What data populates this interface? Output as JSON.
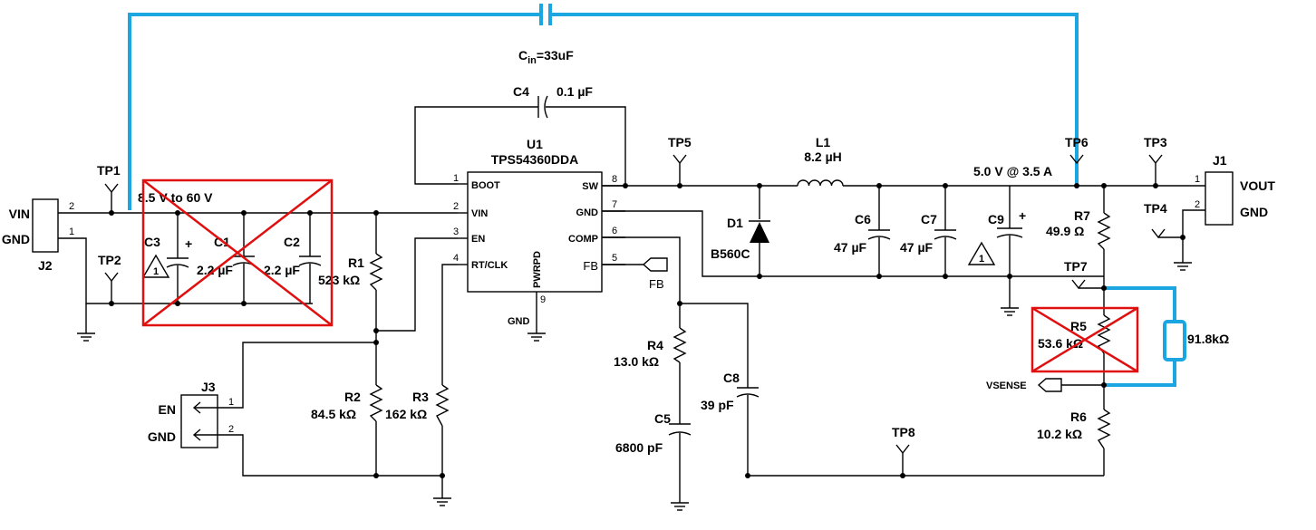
{
  "colors": {
    "wire": "#000000",
    "modification": "#1ba6e2",
    "removed": "#e01010"
  },
  "annotations": {
    "cin_base": "C",
    "cin_sub": "in",
    "cin_value": "=33uF",
    "r5_new_value": "91.8kΩ"
  },
  "ic": {
    "ref": "U1",
    "part": "TPS54360DDA",
    "pins": [
      {
        "num": "1",
        "name": "BOOT"
      },
      {
        "num": "2",
        "name": "VIN"
      },
      {
        "num": "3",
        "name": "EN"
      },
      {
        "num": "4",
        "name": "RT/CLK"
      },
      {
        "num": "8",
        "name": "SW"
      },
      {
        "num": "7",
        "name": "GND"
      },
      {
        "num": "6",
        "name": "COMP"
      },
      {
        "num": "5",
        "name": "FB"
      },
      {
        "num": "9",
        "name": "PWRPD"
      }
    ]
  },
  "components": {
    "C4": {
      "ref": "C4",
      "value": "0.1 µF"
    },
    "L1": {
      "ref": "L1",
      "value": "8.2 µH"
    },
    "D1": {
      "ref": "D1",
      "value": "B560C"
    },
    "C6": {
      "ref": "C6",
      "value": "47 µF"
    },
    "C7": {
      "ref": "C7",
      "value": "47 µF"
    },
    "C9": {
      "ref": "C9"
    },
    "R7": {
      "ref": "R7",
      "value": "49.9 Ω"
    },
    "R5": {
      "ref": "R5",
      "value": "53.6 kΩ"
    },
    "R6": {
      "ref": "R6",
      "value": "10.2 kΩ"
    },
    "R4": {
      "ref": "R4",
      "value": "13.0 kΩ"
    },
    "C5": {
      "ref": "C5",
      "value": "6800 pF"
    },
    "C8": {
      "ref": "C8",
      "value": "39 pF"
    },
    "R1": {
      "ref": "R1",
      "value": "523 kΩ"
    },
    "R2": {
      "ref": "R2",
      "value": "84.5 kΩ"
    },
    "R3": {
      "ref": "R3",
      "value": "162 kΩ"
    },
    "C1": {
      "ref": "C1",
      "value": "2.2 µF"
    },
    "C2": {
      "ref": "C2",
      "value": "2.2 µF"
    },
    "C3": {
      "ref": "C3"
    }
  },
  "connectors": {
    "J1": {
      "ref": "J1",
      "pins": [
        "1",
        "2"
      ],
      "labels": [
        "VOUT",
        "GND"
      ]
    },
    "J2": {
      "ref": "J2",
      "pins": [
        "2",
        "1"
      ],
      "labels": [
        "VIN",
        "GND"
      ]
    },
    "J3": {
      "ref": "J3",
      "pins": [
        "1",
        "2"
      ],
      "labels": [
        "EN",
        "GND"
      ]
    }
  },
  "testpoints": [
    "TP1",
    "TP2",
    "TP3",
    "TP4",
    "TP5",
    "TP6",
    "TP7",
    "TP8"
  ],
  "nets": {
    "vin_range": "8.5 V to 60 V",
    "vout_spec": "5.0 V @ 3.5 A",
    "fb": "FB",
    "vsense": "VSENSE",
    "gnd": "GND"
  },
  "marks": {
    "plus": "+",
    "warning": "1"
  }
}
